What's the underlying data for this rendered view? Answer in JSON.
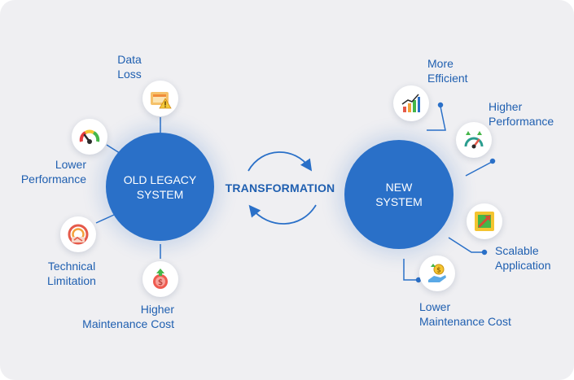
{
  "old_system": {
    "title": "OLD LEGACY\nSYSTEM",
    "issues": [
      {
        "label": "Data\nLoss",
        "icon": "data-loss-icon"
      },
      {
        "label": "Lower\nPerformance",
        "icon": "gauge-low-icon"
      },
      {
        "label": "Technical\nLimitation",
        "icon": "technical-limitation-icon"
      },
      {
        "label": "Higher\nMaintenance Cost",
        "icon": "cost-up-icon"
      }
    ]
  },
  "transformation": {
    "label": "TRANSFORMATION"
  },
  "new_system": {
    "title": "NEW\nSYSTEM",
    "benefits": [
      {
        "label": "More\nEfficient",
        "icon": "efficiency-chart-icon"
      },
      {
        "label": "Higher\nPerformance",
        "icon": "gauge-high-icon"
      },
      {
        "label": "Scalable\nApplication",
        "icon": "scalable-arrow-icon"
      },
      {
        "label": "Lower\nMaintenance Cost",
        "icon": "hand-coin-icon"
      }
    ]
  },
  "colors": {
    "primary": "#2a70c8",
    "label_text": "#1f5fb0",
    "background": "#efeff2"
  }
}
